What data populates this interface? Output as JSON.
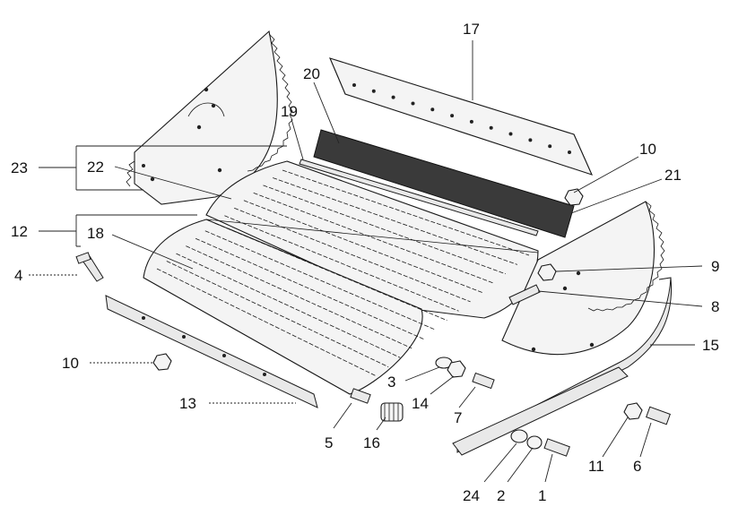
{
  "diagram": {
    "callouts": [
      {
        "id": "c17",
        "text": "17"
      },
      {
        "id": "c20",
        "text": "20"
      },
      {
        "id": "c19",
        "text": "19"
      },
      {
        "id": "c10a",
        "text": "10"
      },
      {
        "id": "c21",
        "text": "21"
      },
      {
        "id": "c23",
        "text": "23"
      },
      {
        "id": "c22",
        "text": "22"
      },
      {
        "id": "c12",
        "text": "12"
      },
      {
        "id": "c18",
        "text": "18"
      },
      {
        "id": "c4",
        "text": "4"
      },
      {
        "id": "c9",
        "text": "9"
      },
      {
        "id": "c8",
        "text": "8"
      },
      {
        "id": "c15",
        "text": "15"
      },
      {
        "id": "c10b",
        "text": "10"
      },
      {
        "id": "c3",
        "text": "3"
      },
      {
        "id": "c14",
        "text": "14"
      },
      {
        "id": "c7",
        "text": "7"
      },
      {
        "id": "c13",
        "text": "13"
      },
      {
        "id": "c5",
        "text": "5"
      },
      {
        "id": "c16",
        "text": "16"
      },
      {
        "id": "c11",
        "text": "11"
      },
      {
        "id": "c6",
        "text": "6"
      },
      {
        "id": "c24",
        "text": "24"
      },
      {
        "id": "c2",
        "text": "2"
      },
      {
        "id": "c1",
        "text": "1"
      }
    ]
  }
}
